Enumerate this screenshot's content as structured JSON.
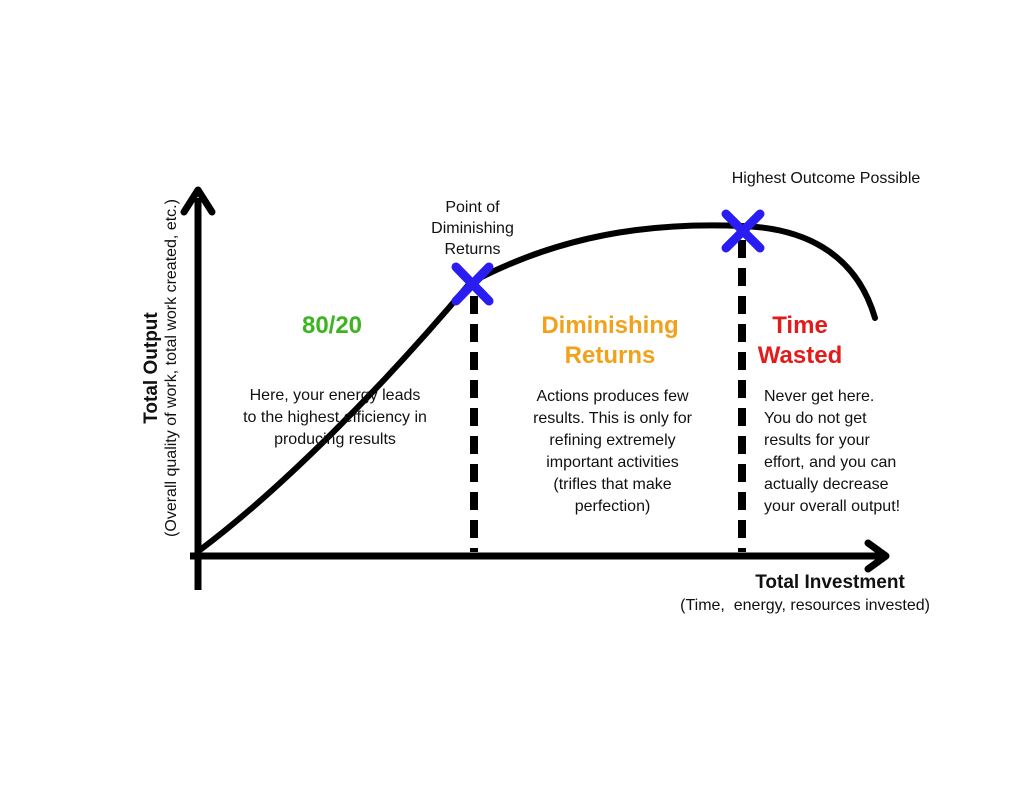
{
  "colors": {
    "line": "#000000",
    "marker": "#2a1df2",
    "zone_8020": "#3cb521",
    "zone_diminishing": "#f2a21a",
    "zone_wasted": "#e21b1b"
  },
  "labels": {
    "point_of_diminishing_returns": [
      "Point of",
      "Diminishing",
      "Returns"
    ],
    "highest_outcome": "Highest Outcome Possible"
  },
  "zones": {
    "pareto": {
      "title": "80/20",
      "text": [
        "Here, your energy leads",
        "to the highest efficiency in",
        "producing results"
      ]
    },
    "diminishing": {
      "title": [
        "Diminishing",
        "Returns"
      ],
      "text": [
        "Actions produces few",
        "results. This is only for",
        "refining extremely",
        "important activities",
        "(trifles that make",
        "perfection)"
      ]
    },
    "wasted": {
      "title": [
        "Time",
        "Wasted"
      ],
      "text": [
        "Never get here.",
        "You do not get",
        "results for your",
        "effort, and you can",
        "actually decrease",
        "your overall output!"
      ]
    }
  },
  "axes": {
    "y_title": "Total Output",
    "y_sub": "(Overall quality of work, total work created, etc.)",
    "x_title": "Total Investment",
    "x_sub": "(Time,  energy, resources invested)"
  }
}
